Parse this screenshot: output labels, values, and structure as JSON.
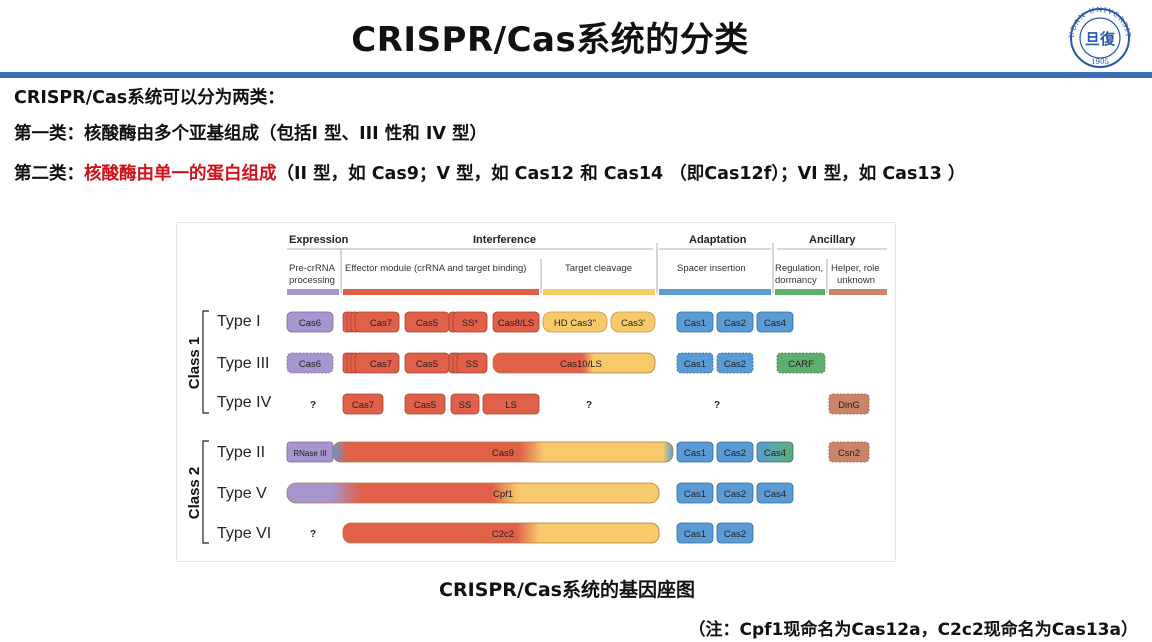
{
  "title": "CRISPR/Cas系统的分类",
  "logo": {
    "arc_text": "FUDAN UNIVERSITY",
    "center": "旦復",
    "year": "1905"
  },
  "lines": {
    "l1": "CRISPR/Cas系统可以分为两类：",
    "l2": "第一类：核酸酶由多个亚基组成（包括I 型、III 性和 IV 型）",
    "l3_prefix": "第二类：",
    "l3_red": "核酸酶由单一的蛋白组成",
    "l3_rest": "（II 型，如 Cas9；V 型，如 Cas12 和 Cas14 （即Cas12f）；VI 型，如 Cas13 ）"
  },
  "figure": {
    "stages": {
      "expression": "Expression",
      "interference": "Interference",
      "adaptation": "Adaptation",
      "ancillary": "Ancillary"
    },
    "modules": {
      "precrrna_1": "Pre-crRNA",
      "precrrna_2": "processing",
      "effector": "Effector module (crRNA and target binding)",
      "cleavage": "Target cleavage",
      "spacer": "Spacer insertion",
      "regulation_1": "Regulation,",
      "regulation_2": "dormancy",
      "helper_1": "Helper, role",
      "helper_2": "unknown"
    },
    "classes": {
      "class1": "Class 1",
      "class2": "Class 2"
    },
    "types": {
      "t1": "Type I",
      "t3": "Type III",
      "t4": "Type IV",
      "t2": "Type II",
      "t5": "Type V",
      "t6": "Type VI"
    },
    "genes": {
      "cas6": "Cas6",
      "cas7": "Cas7",
      "cas5": "Cas5",
      "ss_star": "SS*",
      "cas8ls": "Cas8/LS",
      "hdcas3": "HD Cas3''",
      "cas3p": "Cas3'",
      "cas1": "Cas1",
      "cas2": "Cas2",
      "cas4": "Cas4",
      "ss": "SS",
      "cas10ls": "Cas10/LS",
      "carf": "CARF",
      "ls": "LS",
      "ding": "DinG",
      "rnase": "RNase III",
      "cas9": "Cas9",
      "csn2": "Csn2",
      "cpf1": "Cpf1",
      "c2c2": "C2c2",
      "q": "?"
    },
    "colors": {
      "purple": "#a695cf",
      "red": "#e0604a",
      "orange": "#f7c96a",
      "blue": "#5b9bd5",
      "green": "#5fae6e",
      "brown": "#c9846a"
    }
  },
  "caption": "CRISPR/Cas系统的基因座图",
  "note": "（注：Cpf1现命名为Cas12a，C2c2现命名为Cas13a）"
}
